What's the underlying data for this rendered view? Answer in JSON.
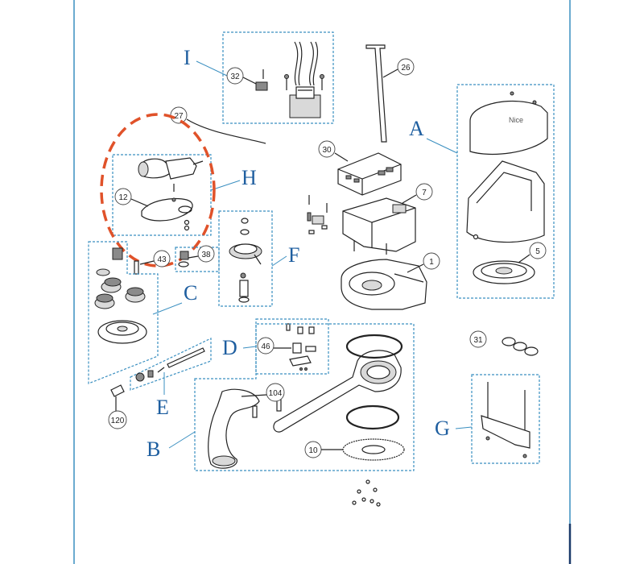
{
  "diagram": {
    "group_labels": {
      "A": "A",
      "B": "B",
      "C": "C",
      "D": "D",
      "E": "E",
      "F": "F",
      "G": "G",
      "H": "H",
      "I": "I"
    },
    "part_numbers": {
      "n1": "1",
      "n5": "5",
      "n7": "7",
      "n10": "10",
      "n12": "12",
      "n26": "26",
      "n27": "27",
      "n30": "30",
      "n31": "31",
      "n32": "32",
      "n38": "38",
      "n43": "43",
      "n46": "46",
      "n104": "104",
      "n120": "120"
    },
    "logo_text": "Nice",
    "colors": {
      "frame": "#3a8fc0",
      "label": "#1f5fa0",
      "highlight": "#e0522a"
    }
  }
}
